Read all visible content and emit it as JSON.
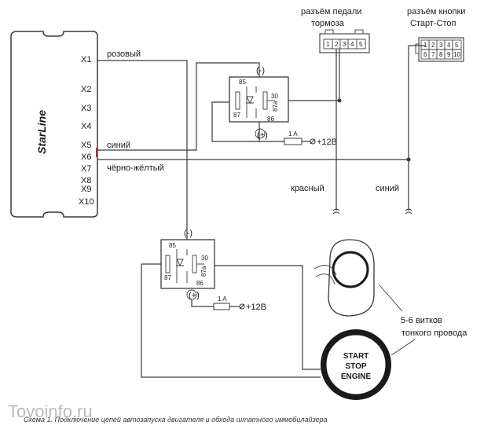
{
  "unit": {
    "brand": "StarLine",
    "pins": [
      "X1",
      "X2",
      "X3",
      "X4",
      "X5",
      "X6",
      "X7",
      "X8",
      "X9",
      "X10"
    ]
  },
  "wires": {
    "pink": "розовый",
    "blue": "синий",
    "black_yellow": "чёрно-жёлтый",
    "red": "красный",
    "blue2": "синий"
  },
  "brake": {
    "title1": "разъём педали",
    "title2": "тормоза",
    "pins": [
      "1",
      "2",
      "3",
      "4",
      "5"
    ]
  },
  "ss": {
    "title1": "разъём кнопки",
    "title2": "Старт-Стоп",
    "pins": [
      "1",
      "2",
      "3",
      "4",
      "5",
      "6",
      "7",
      "8",
      "9",
      "10"
    ]
  },
  "relay1": {
    "minus": "(-)",
    "plus": "(+)",
    "p85": "85",
    "p87": "87",
    "p86": "86",
    "p30": "30",
    "p87a": "87a",
    "fuse": "1 A",
    "voltage": "+12В"
  },
  "relay2": {
    "minus": "(-)",
    "plus": "(+)",
    "p85": "85",
    "p87": "87",
    "p86": "86",
    "p30": "30",
    "p87a": "87a",
    "fuse": "1 A",
    "voltage": "+12В"
  },
  "note": {
    "line1": "5-6 витков",
    "line2": "тонкого провода"
  },
  "button": {
    "line1": "START",
    "line2": "STOP",
    "line3": "ENGINE"
  },
  "caption": "Схема 1. Подключение цепей автозапуска двигателя и обхода штатного иммобилайзера",
  "watermark": "Toyoinfo.ru"
}
